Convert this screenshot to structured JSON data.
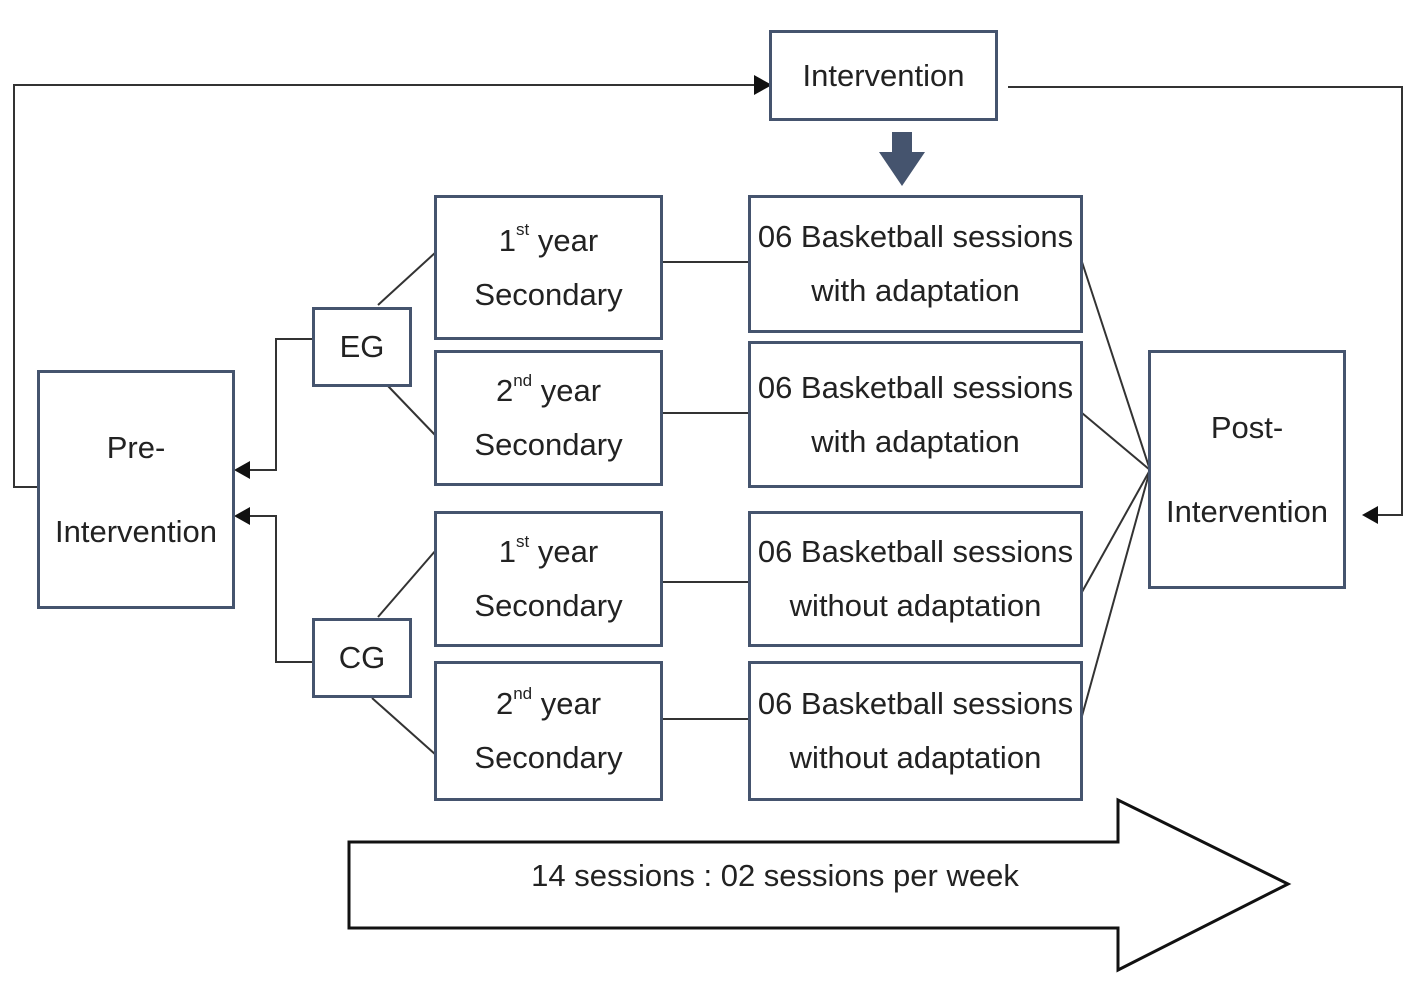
{
  "intervention": "Intervention",
  "pre_intervention": {
    "line1": "Pre-",
    "line2": "Intervention"
  },
  "post_intervention": {
    "line1": "Post-",
    "line2": "Intervention"
  },
  "groups": {
    "eg": "EG",
    "cg": "CG"
  },
  "year_boxes": [
    {
      "num": "1",
      "sup": "st",
      "year": " year",
      "level": "Secondary"
    },
    {
      "num": "2",
      "sup": "nd",
      "year": " year",
      "level": "Secondary"
    },
    {
      "num": "1",
      "sup": "st",
      "year": " year",
      "level": "Secondary"
    },
    {
      "num": "2",
      "sup": "nd",
      "year": " year",
      "level": "Secondary"
    }
  ],
  "session_boxes": [
    {
      "line1": "06 Basketball sessions",
      "line2": "with adaptation"
    },
    {
      "line1": "06 Basketball sessions",
      "line2": "with adaptation"
    },
    {
      "line1": "06 Basketball sessions",
      "line2": "without adaptation"
    },
    {
      "line1": "06 Basketball sessions",
      "line2": "without adaptation"
    }
  ],
  "timeline_label": "14 sessions : 02 sessions per week",
  "colors": {
    "box_border": "#45546e",
    "line": "#333333",
    "down_arrow": "#45546e"
  }
}
